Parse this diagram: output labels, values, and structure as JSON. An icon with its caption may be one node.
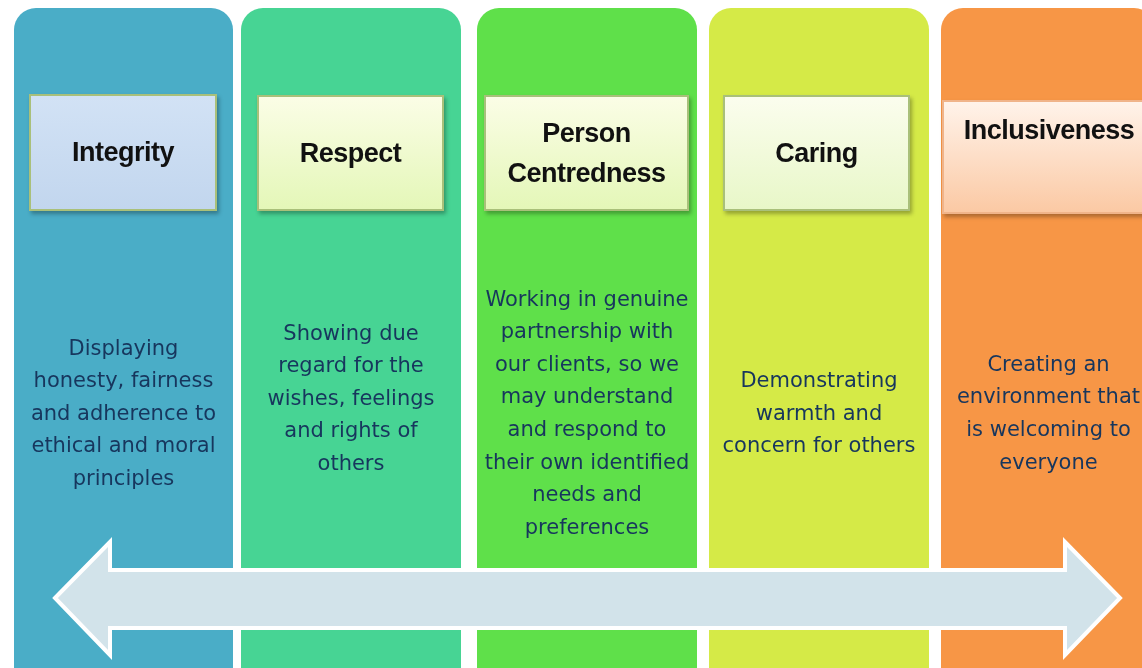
{
  "diagram": {
    "nodes": [
      {
        "text": [
          "Displaying honesty, fairness and adherence to ethical and moral principles"
        ]
      },
      {
        "text": [
          "Integrity"
        ],
        "in": 0
      },
      {
        "text": [
          "Showing due regard for the wishes, feelings and rights of others"
        ]
      },
      {
        "text": [
          "Respect"
        ],
        "in": 2
      },
      {
        "text": [
          "Working in genuine partnership with our clients, so we may understand and respond to their own identified needs and preferences"
        ]
      },
      {
        "text": [
          "Person Centredness"
        ],
        "in": 4
      },
      {
        "text": [
          "Demonstrating warmth and concern for others"
        ]
      },
      {
        "text": [
          "Caring"
        ],
        "in": 6
      },
      {
        "text": [
          "Creating an environment that is welcoming to everyone"
        ]
      },
      {
        "text": [
          "Inclusiveness"
        ],
        "in": 8
      }
    ]
  }
}
